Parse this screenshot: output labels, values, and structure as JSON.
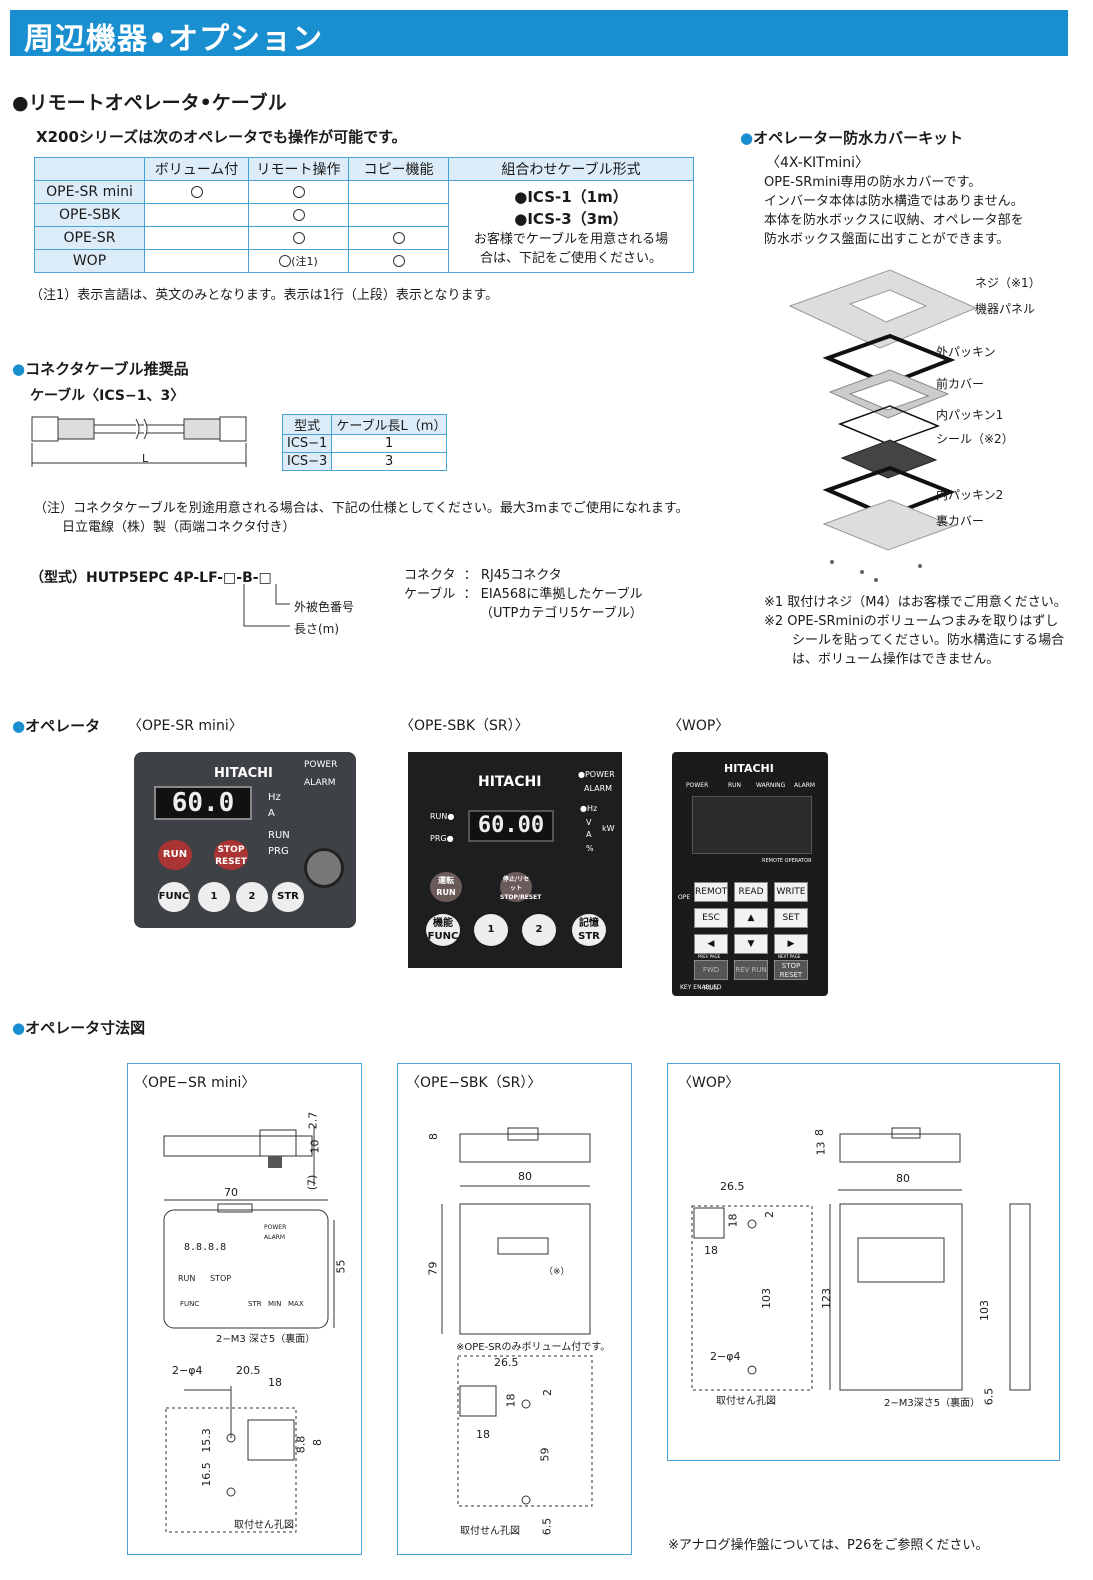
{
  "banner": {
    "title": "周辺機器•オプション"
  },
  "remote": {
    "heading": "●リモートオペレータ•ケーブル",
    "subheading": "X200シリーズは次のオペレータでも操作が可能です。",
    "table": {
      "headers": [
        "",
        "ボリューム付",
        "リモート操作",
        "コピー機能",
        "組合わせケーブル形式"
      ],
      "rows": [
        "OPE-SR mini",
        "OPE-SBK",
        "OPE-SR",
        "WOP"
      ],
      "wop_note": "(注1)",
      "cable1": "●ICS-1（1m）",
      "cable2": "●ICS-3（3m）",
      "cable_note": "お客様でケーブルを用意される場合は、下記をご使用ください。"
    },
    "note1": "（注1）表示言語は、英文のみとなります。表示は1行（上段）表示となります。"
  },
  "connector": {
    "heading": "コネクタケーブル推奨品",
    "cable_label": "ケーブル〈ICS−1、3〉",
    "length_label": "L",
    "table": {
      "headers": [
        "型式",
        "ケーブル長L（m）"
      ],
      "rows": [
        [
          "ICS−1",
          "1"
        ],
        [
          "ICS−3",
          "3"
        ]
      ]
    },
    "note_line1": "（注）コネクタケーブルを別途用意される場合は、下記の仕様としてください。最大3mまでご使用になれます。",
    "note_line2": "日立電線（株）製（両端コネクタ付き）",
    "model": "（型式）HUTP5EPC 4P-LF-□-B-□",
    "color_label": "外被色番号",
    "length_m": "長さ(m)",
    "spec_connector_key": "コネクタ",
    "spec_connector_val": "RJ45コネクタ",
    "spec_cable_key": "ケーブル",
    "spec_cable_val1": "EIA568に準拠したケーブル",
    "spec_cable_val2": "（UTPカテゴリ5ケーブル）",
    "colon": "："
  },
  "cover": {
    "heading": "オペレーター防水カバーキット",
    "model": "〈4X-KITmini〉",
    "desc1": "OPE-SRmini専用の防水カバーです。",
    "desc2": "インバータ本体は防水構造ではありません。",
    "desc3": "本体を防水ボックスに収納、オペレータ部を",
    "desc4": "防水ボックス盤面に出すことができます。",
    "parts": [
      "ネジ（※1）",
      "機器パネル",
      "外パッキン",
      "前カバー",
      "内パッキン1",
      "シール（※2）",
      "内パッキン2",
      "裏カバー"
    ],
    "note1": "※1  取付けネジ（M4）はお客様でご用意ください。",
    "note2a": "※2  OPE-SRminiのボリュームつまみを取りはずし",
    "note2b": "シールを貼ってください。防水構造にする場合",
    "note2c": "は、ボリューム操作はできません。"
  },
  "operators": {
    "heading": "オペレータ",
    "labels": [
      "〈OPE-SR mini〉",
      "〈OPE-SBK（SR）〉",
      "〈WOP〉"
    ],
    "brand": "HITACHI",
    "srmini": {
      "display": "60.0",
      "power": "POWER",
      "alarm": "ALARM",
      "hz": "Hz",
      "a": "A",
      "run_led": "RUN",
      "prg": "PRG",
      "run": "RUN",
      "stop": "STOP RESET",
      "func": "FUNC",
      "up": "1",
      "down": "2",
      "str": "STR"
    },
    "sbk": {
      "display": "60.00",
      "power": "●POWER",
      "alarm": "ALARM",
      "run_led": "RUN●",
      "prg_led": "PRG●",
      "hz": "●Hz",
      "v": "V",
      "a": "A",
      "kw": "kW",
      "pct": "%",
      "run": "運転 RUN",
      "stop": "停止/リセット STOP/RESET",
      "func": "機能 FUNC",
      "up": "1",
      "down": "2",
      "str": "記憶 STR"
    },
    "wop": {
      "power": "POWER",
      "run": "RUN",
      "warning": "WARNING",
      "alarm": "ALARM",
      "remote_op": "REMOTE OPERATOR",
      "ope": "OPE",
      "keys": [
        "REMOTE",
        "READ",
        "WRITE",
        "ESC",
        "▲",
        "SET",
        "◀",
        "▼",
        "▶",
        "FWD RUN",
        "REV RUN",
        "STOP RESET"
      ],
      "prev": "PREV PAGE",
      "next": "NEXT PAGE",
      "key_enabled": "KEY ENABLED"
    }
  },
  "dimensions": {
    "heading": "オペレータ寸法図",
    "srmini": {
      "title": "〈OPE−SR mini〉",
      "d27": "2.7",
      "d10": "10",
      "d7": "(7)",
      "d70": "70",
      "d55": "55",
      "screw": "2−M3 深さ5（裏面）",
      "hole": "2−φ4",
      "d205": "20.5",
      "d18": "18",
      "d153": "15.3",
      "d165": "16.5",
      "d88": "8.8",
      "d8": "8",
      "cutout": "取付せん孔図",
      "display": "8.8.8.8",
      "power": "POWER",
      "alarm": "ALARM",
      "run": "RUN",
      "stop": "STOP",
      "min": "MIN",
      "max": "MAX",
      "func": "FUNC",
      "str": "STR"
    },
    "sbk": {
      "title": "〈OPE−SBK（SR）〉",
      "d8": "8",
      "d80": "80",
      "d79": "79",
      "note": "※OPE-SRのみボリューム付です。",
      "d265": "26.5",
      "d18a": "18",
      "d2": "2",
      "d18b": "18",
      "d59": "59",
      "d65": "6.5",
      "cutout": "取付せん孔図",
      "mark": "（※）"
    },
    "wop": {
      "title": "〈WOP〉",
      "d13": "13",
      "d8": "8",
      "d80": "80",
      "d265": "26.5",
      "d18a": "18",
      "d2": "2",
      "d18b": "18",
      "d103": "103",
      "d123": "123",
      "d103b": "103",
      "hole": "2−φ4",
      "cutout": "取付せん孔図",
      "screw": "2−M3深さ5（裏面）",
      "d65": "6.5"
    }
  },
  "footer": {
    "note": "※アナログ操作盤については、P26をご参照ください。"
  }
}
